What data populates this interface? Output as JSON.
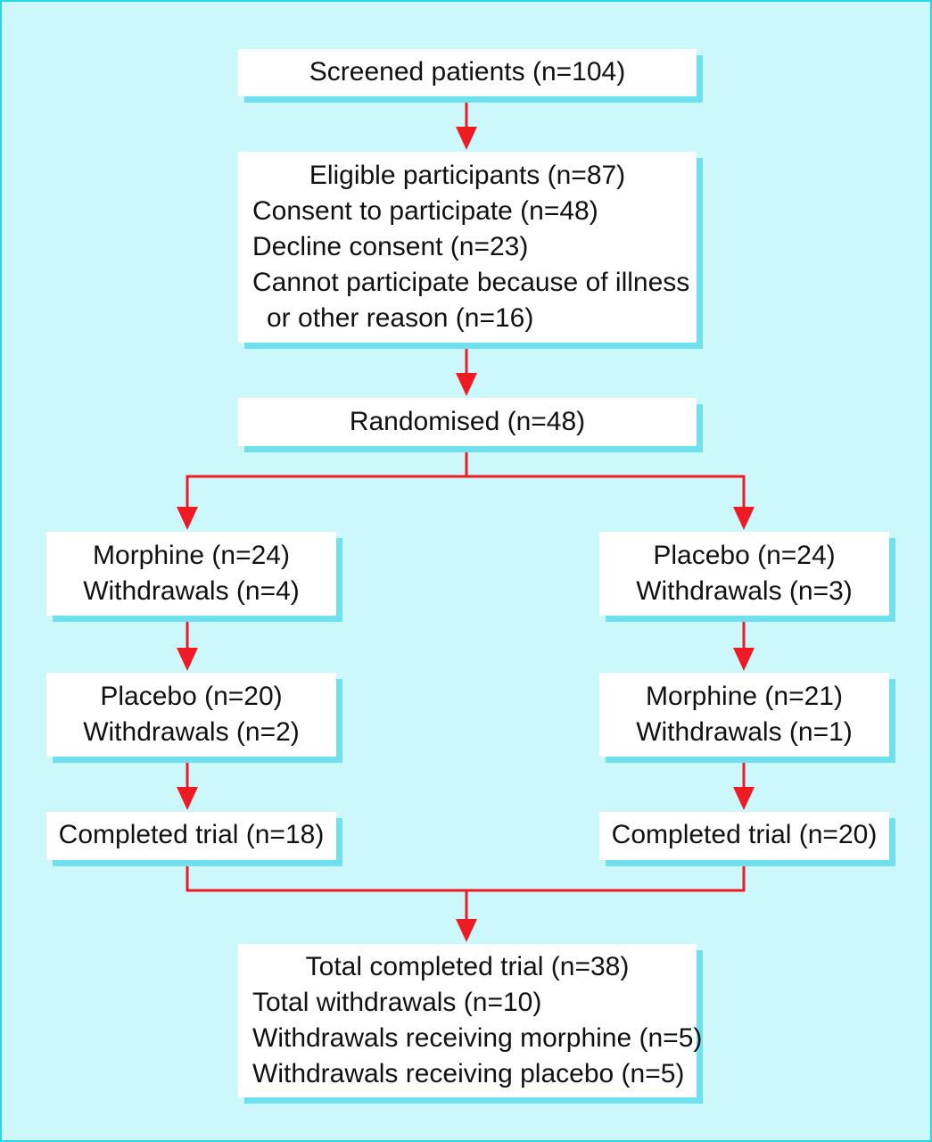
{
  "colors": {
    "background": "#ccf8fb",
    "border": "#29d6e6",
    "box_shadow": "#6fe0ee",
    "arrow": "#ee1b24",
    "box": "#ffffff"
  },
  "boxes": {
    "screened": {
      "line1": "Screened patients (n=104)"
    },
    "eligible": {
      "title": "Eligible participants (n=87)",
      "consent": "Consent to participate (n=48)",
      "decline": "Decline consent (n=23)",
      "cannot_line1": "Cannot participate because of illness",
      "cannot_line2": "or other reason (n=16)"
    },
    "randomised": {
      "line1": "Randomised (n=48)"
    },
    "left_first": {
      "line1": "Morphine (n=24)",
      "line2": "Withdrawals (n=4)"
    },
    "right_first": {
      "line1": "Placebo (n=24)",
      "line2": "Withdrawals (n=3)"
    },
    "left_second": {
      "line1": "Placebo (n=20)",
      "line2": "Withdrawals (n=2)"
    },
    "right_second": {
      "line1": "Morphine (n=21)",
      "line2": "Withdrawals (n=1)"
    },
    "left_completed": {
      "line1": "Completed trial (n=18)"
    },
    "right_completed": {
      "line1": "Completed trial (n=20)"
    },
    "total": {
      "title": "Total completed trial (n=38)",
      "withdrawals": "Total withdrawals (n=10)",
      "withdrawals_morphine": "Withdrawals receiving morphine (n=5)",
      "withdrawals_placebo": "Withdrawals receiving placebo (n=5)"
    }
  }
}
